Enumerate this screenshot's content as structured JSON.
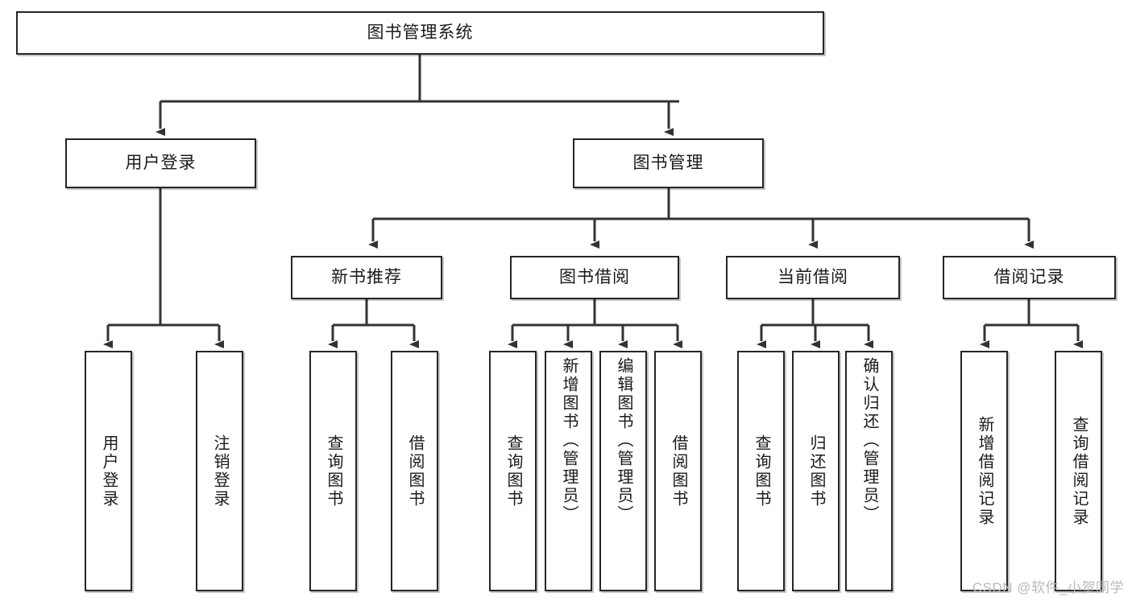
{
  "diagram": {
    "title": "图书管理系统",
    "type": "tree-hierarchy",
    "root": {
      "id": "root",
      "label": "图书管理系统"
    },
    "level2": [
      {
        "id": "user-login",
        "label": "用户登录"
      },
      {
        "id": "book-manage",
        "label": "图书管理"
      }
    ],
    "level3": [
      {
        "id": "new-book-recommend",
        "label": "新书推荐",
        "parent": "book-manage"
      },
      {
        "id": "book-borrow",
        "label": "图书借阅",
        "parent": "book-manage"
      },
      {
        "id": "current-borrow",
        "label": "当前借阅",
        "parent": "book-manage"
      },
      {
        "id": "borrow-record",
        "label": "借阅记录",
        "parent": "book-manage"
      }
    ],
    "leaves": [
      {
        "id": "leaf-user-login",
        "label": "用户登录",
        "parent": "user-login"
      },
      {
        "id": "leaf-user-logout",
        "label": "注销登录",
        "parent": "user-login"
      },
      {
        "id": "leaf-query-book-1",
        "label": "查询图书",
        "parent": "new-book-recommend"
      },
      {
        "id": "leaf-borrow-book-1",
        "label": "借阅图书",
        "parent": "new-book-recommend"
      },
      {
        "id": "leaf-query-book-2",
        "label": "查询图书",
        "parent": "book-borrow"
      },
      {
        "id": "leaf-add-book",
        "label": "新增图书（管理员）",
        "parent": "book-borrow"
      },
      {
        "id": "leaf-edit-book",
        "label": "编辑图书（管理员）",
        "parent": "book-borrow"
      },
      {
        "id": "leaf-borrow-book-2",
        "label": "借阅图书",
        "parent": "book-borrow"
      },
      {
        "id": "leaf-query-book-3",
        "label": "查询图书",
        "parent": "current-borrow"
      },
      {
        "id": "leaf-return-book",
        "label": "归还图书",
        "parent": "current-borrow"
      },
      {
        "id": "leaf-confirm-return",
        "label": "确认归还（管理员）",
        "parent": "current-borrow"
      },
      {
        "id": "leaf-add-record",
        "label": "新增借阅记录",
        "parent": "borrow-record"
      },
      {
        "id": "leaf-query-record",
        "label": "查询借阅记录",
        "parent": "borrow-record"
      }
    ]
  },
  "watermark": {
    "text": "CSDN @软件_小贺同学"
  },
  "colors": {
    "box_border": "#262626",
    "box_fill": "#ffffff",
    "connector": "#333333",
    "text": "#1a1a1a",
    "watermark": "#b9b9b9"
  }
}
